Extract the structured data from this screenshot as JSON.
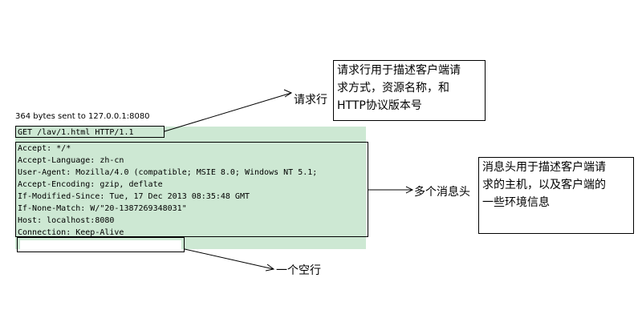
{
  "caption": "364 bytes sent to 127.0.0.1:8080",
  "request_line": "GET /lav/1.html HTTP/1.1",
  "headers": [
    "Accept: */*",
    "Accept-Language: zh-cn",
    "User-Agent: Mozilla/4.0 (compatible; MSIE 8.0; Windows NT 5.1;",
    "Accept-Encoding: gzip, deflate",
    "If-Modified-Since: Tue, 17 Dec 2013 08:35:48 GMT",
    "If-None-Match: W/\"20-1387269348031\"",
    "Host: localhost:8080",
    "Connection: Keep-Alive"
  ],
  "labels": {
    "request_line": "请求行",
    "headers": "多个消息头",
    "empty_line": "一个空行"
  },
  "notes": {
    "request_line": [
      "请求行用于描述客户端请",
      "求方式，资源名称，和",
      "HTTP协议版本号"
    ],
    "headers": [
      "消息头用于描述客户端请",
      "求的主机，以及客户端的",
      "一些环境信息"
    ]
  },
  "colors": {
    "panel_fill": "#cde8d3",
    "border": "#000000"
  }
}
